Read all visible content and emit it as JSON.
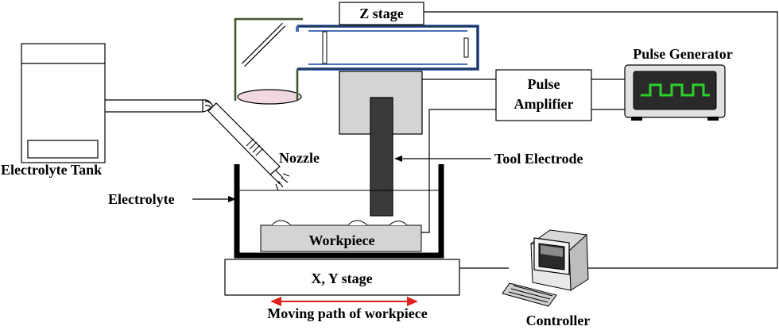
{
  "labels": {
    "z_stage": "Z stage",
    "pulse_generator": "Pulse Generator",
    "pulse_amplifier_line1": "Pulse",
    "pulse_amplifier_line2": "Amplifier",
    "tool_electrode": "Tool Electrode",
    "nozzle": "Nozzle",
    "electrolyte_tank": "Electrolyte Tank",
    "electrolyte": "Electrolyte",
    "workpiece": "Workpiece",
    "xy_stage": "X, Y stage",
    "moving_path": "Moving path of workpiece",
    "controller": "Controller"
  },
  "colors": {
    "line": "#000000",
    "fill_gray": "#d4d4d4",
    "tool_dark": "#3a3a3a",
    "optics_blue": "#4a6fb5",
    "optics_green": "#8aa66a",
    "lens_pink": "#f1d7e1",
    "arrow_red": "#e0201b",
    "screen_dark": "#2a2a2a",
    "waveform_green": "#2bd12b"
  },
  "icons": {
    "controller": "desktop-computer-icon",
    "pulse_generator": "oscilloscope-icon"
  }
}
